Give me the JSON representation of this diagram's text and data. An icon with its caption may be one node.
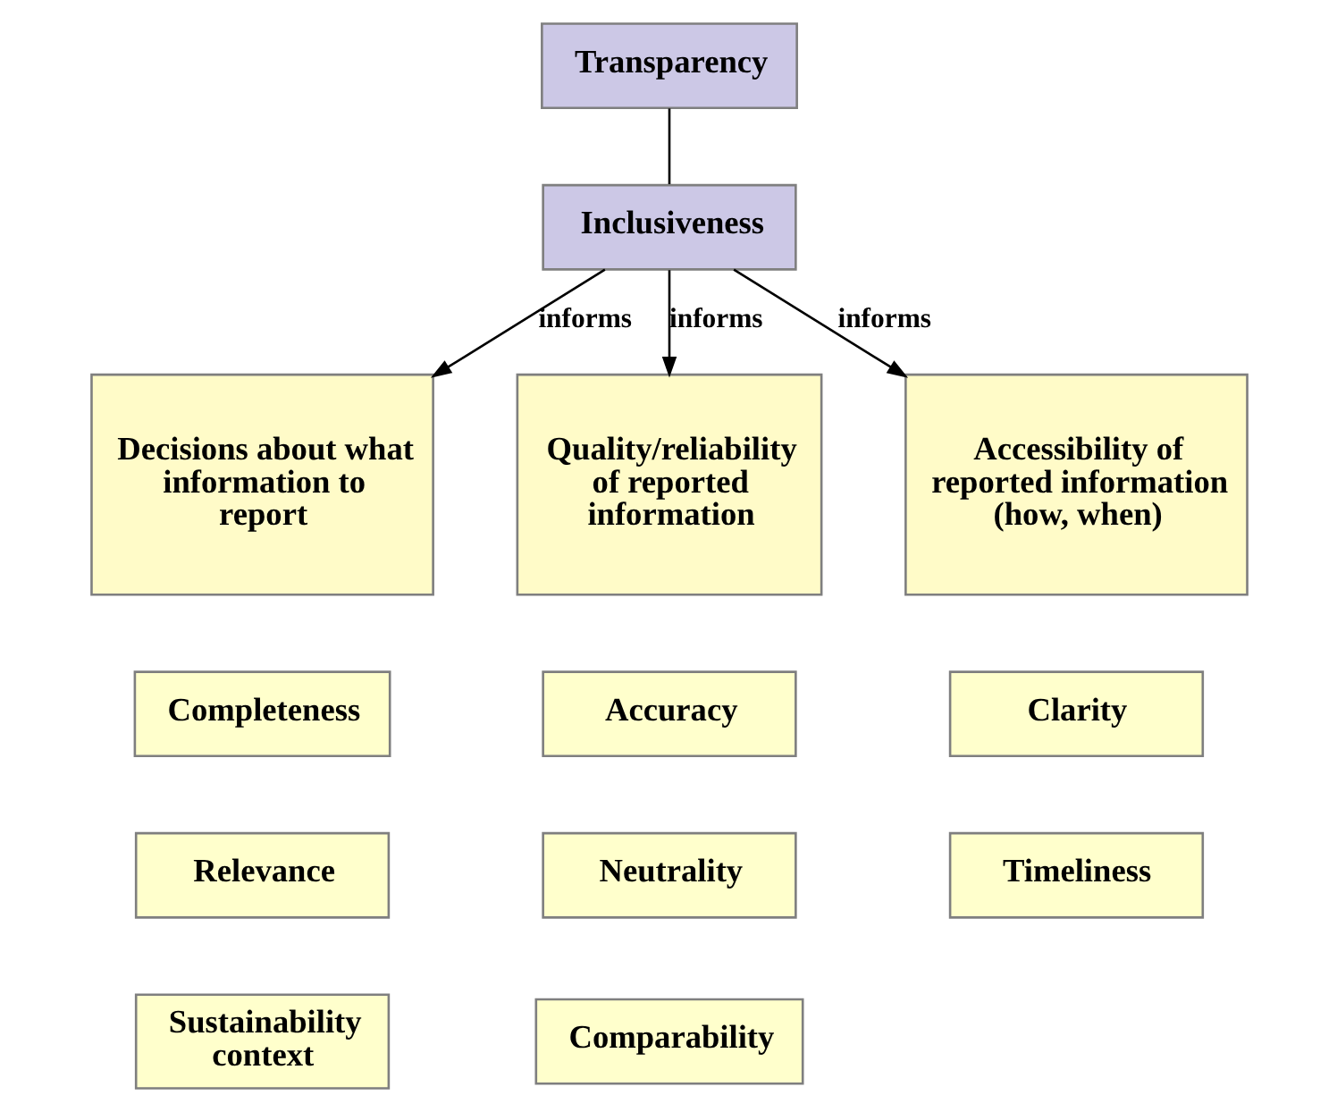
{
  "diagram": {
    "nodes": [
      {
        "text": [
          "Transparency"
        ]
      },
      {
        "text": [
          "Inclusiveness"
        ]
      },
      {
        "text": [
          "Decisions about what information to report"
        ]
      },
      {
        "text": [
          "Quality/reliability of reported information"
        ]
      },
      {
        "text": [
          "Accessibility of reported information (how, when)"
        ]
      },
      {
        "text": [
          "Completeness"
        ]
      },
      {
        "text": [
          "Relevance"
        ]
      },
      {
        "text": [
          "Sustainability context"
        ]
      },
      {
        "text": [
          "Accuracy"
        ]
      },
      {
        "text": [
          "Neutrality"
        ]
      },
      {
        "text": [
          "Comparability"
        ]
      },
      {
        "text": [
          "Clarity"
        ]
      },
      {
        "text": [
          "Timeliness"
        ]
      }
    ],
    "edges": [
      {
        "from": 0,
        "to": 1,
        "arrow": "none"
      },
      {
        "from": 1,
        "to": 2,
        "arrow": "to",
        "label": "informs"
      },
      {
        "from": 1,
        "to": 3,
        "arrow": "to",
        "label": "informs"
      },
      {
        "from": 1,
        "to": 4,
        "arrow": "to",
        "label": "informs"
      }
    ]
  }
}
